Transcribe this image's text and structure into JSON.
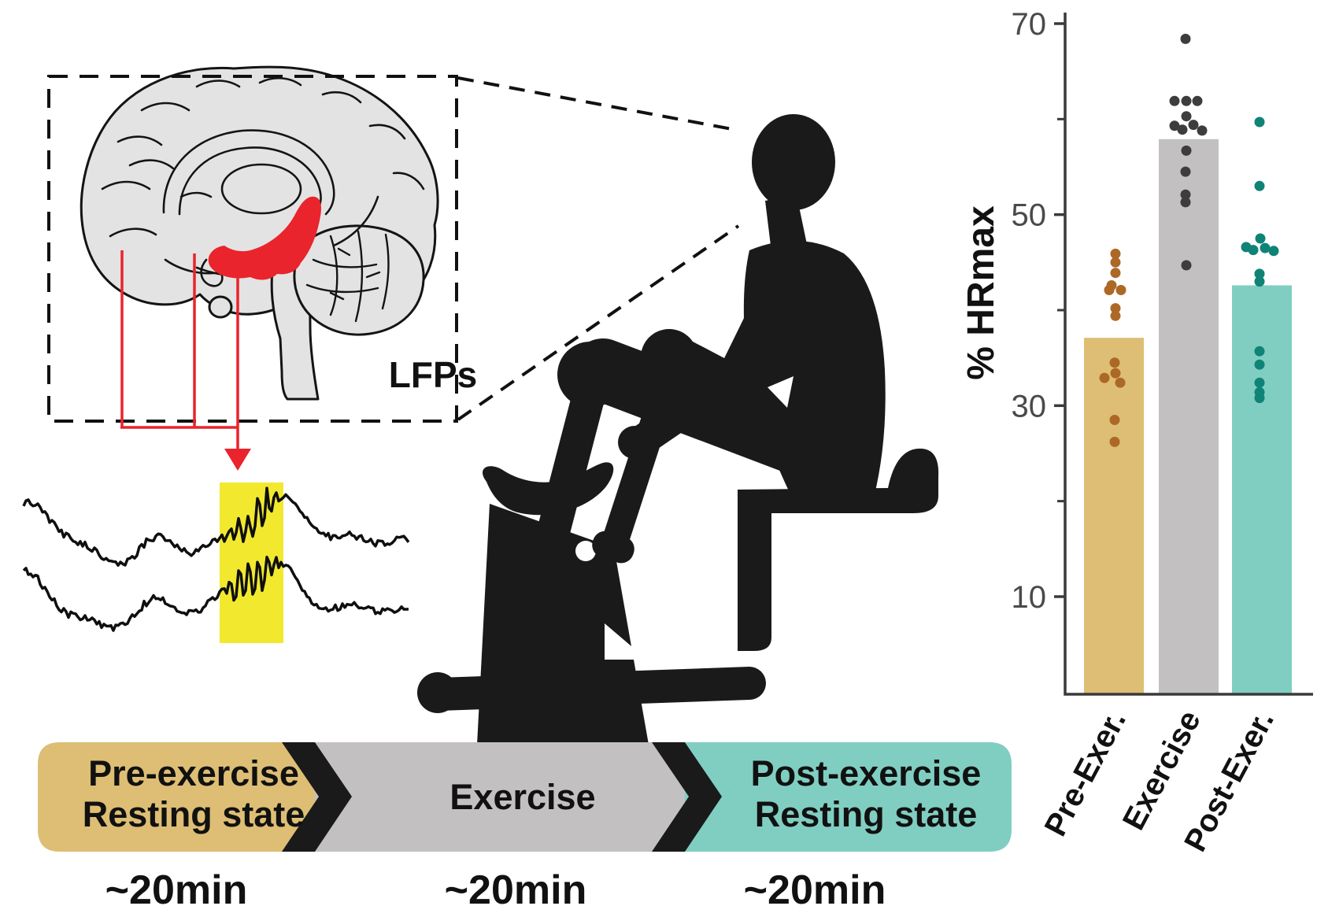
{
  "labels": {
    "lfps": "LFPs"
  },
  "timeline": {
    "segments": [
      {
        "title_lines": [
          "Pre-exercise",
          "Resting state"
        ],
        "duration": "~20min",
        "color": "#DDBE74"
      },
      {
        "title_lines": [
          "Exercise"
        ],
        "duration": "~20min",
        "color": "#C2C0C0"
      },
      {
        "title_lines": [
          "Post-exercise",
          "Resting state"
        ],
        "duration": "~20min",
        "color": "#80CEC1"
      }
    ]
  },
  "chart_data": {
    "type": "bar",
    "title": "",
    "xlabel": "",
    "ylabel": "% HRmax",
    "ylim": [
      0,
      70
    ],
    "yticks_labeled": [
      70,
      50,
      30,
      10
    ],
    "yticks_minor": [
      60,
      40,
      20
    ],
    "grid": false,
    "legend": "none",
    "categories": [
      "Pre-Exer.",
      "Exercise",
      "Post-Exer."
    ],
    "bar_means": [
      37.1,
      57.9,
      42.6
    ],
    "bar_colors": [
      "#DDBE74",
      "#C2C0C0",
      "#80CEC1"
    ],
    "dot_colors": [
      "#AC6826",
      "#3D3D3D",
      "#0F8376"
    ],
    "series": [
      {
        "name": "Pre-Exer.",
        "points": [
          {
            "v": 45.9,
            "dx": 2
          },
          {
            "v": 45.0,
            "dx": 2
          },
          {
            "v": 43.9,
            "dx": 2
          },
          {
            "v": 42.6,
            "dx": -3
          },
          {
            "v": 42.1,
            "dx": -6
          },
          {
            "v": 42.1,
            "dx": 9
          },
          {
            "v": 40.2,
            "dx": 2
          },
          {
            "v": 39.4,
            "dx": 2
          },
          {
            "v": 34.5,
            "dx": 1
          },
          {
            "v": 33.4,
            "dx": 2
          },
          {
            "v": 32.9,
            "dx": -12
          },
          {
            "v": 32.4,
            "dx": 8
          },
          {
            "v": 28.5,
            "dx": 1
          },
          {
            "v": 26.2,
            "dx": 1
          }
        ]
      },
      {
        "name": "Exercise",
        "points": [
          {
            "v": 68.4,
            "dx": -4
          },
          {
            "v": 61.9,
            "dx": -18
          },
          {
            "v": 61.9,
            "dx": -3
          },
          {
            "v": 61.9,
            "dx": 11
          },
          {
            "v": 60.3,
            "dx": -3
          },
          {
            "v": 59.3,
            "dx": -18
          },
          {
            "v": 58.9,
            "dx": -8
          },
          {
            "v": 59.4,
            "dx": 6
          },
          {
            "v": 58.8,
            "dx": 17
          },
          {
            "v": 56.7,
            "dx": -3
          },
          {
            "v": 54.5,
            "dx": -4
          },
          {
            "v": 52.1,
            "dx": -4
          },
          {
            "v": 51.3,
            "dx": -4
          },
          {
            "v": 44.7,
            "dx": -3
          }
        ]
      },
      {
        "name": "Post-Exer.",
        "points": [
          {
            "v": 59.7,
            "dx": -3
          },
          {
            "v": 53.0,
            "dx": -3
          },
          {
            "v": 47.5,
            "dx": -2
          },
          {
            "v": 46.6,
            "dx": -20
          },
          {
            "v": 46.3,
            "dx": -11
          },
          {
            "v": 46.5,
            "dx": 4
          },
          {
            "v": 46.2,
            "dx": 15
          },
          {
            "v": 43.8,
            "dx": -3
          },
          {
            "v": 43.0,
            "dx": -3
          },
          {
            "v": 35.7,
            "dx": -3
          },
          {
            "v": 34.3,
            "dx": -3
          },
          {
            "v": 32.4,
            "dx": -3
          },
          {
            "v": 31.4,
            "dx": -3
          },
          {
            "v": 30.8,
            "dx": -3
          }
        ]
      }
    ]
  },
  "colors": {
    "highlight_yellow": "#F2E92F",
    "accent_red": "#E9242C",
    "brain_fill": "#E3E3E3",
    "silhouette": "#1A1A1A",
    "axis": "#3A3A3A",
    "tick_text": "#4A4A4A"
  }
}
